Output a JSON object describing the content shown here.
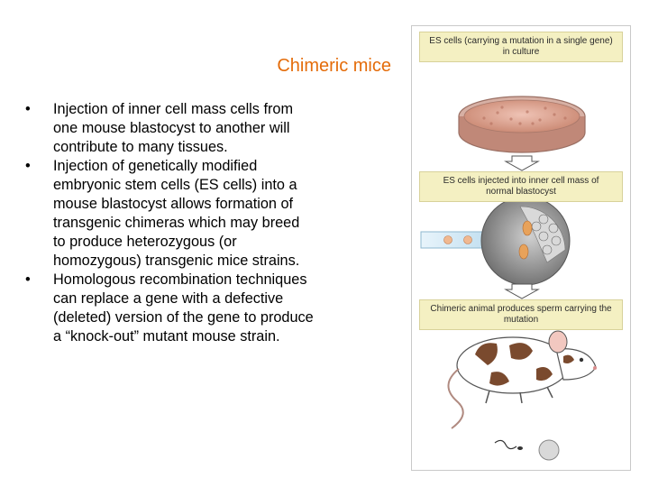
{
  "slide": {
    "title": "Chimeric mice",
    "bullets": [
      {
        "marker": "•",
        "text": "Injection of inner cell mass cells from one mouse blastocyst to another will contribute to many tissues."
      },
      {
        "marker": "•",
        "text": "Injection of genetically modified embryonic stem cells (ES cells) into a mouse blastocyst allows formation of transgenic chimeras which may breed to produce heterozygous (or homozygous) transgenic mice strains."
      },
      {
        "marker": "•",
        "text": "Homologous recombination techniques can replace a gene with a defective (deleted) version of the gene to produce a “knock-out” mutant mouse strain."
      }
    ]
  },
  "figure": {
    "caption_1": "ES cells (carrying a mutation in a single gene) in culture",
    "caption_2": "ES cells injected into inner cell mass of normal blastocyst",
    "caption_3": "Chimeric animal produces sperm carrying the mutation",
    "colors": {
      "caption_fill": "#f4f0c2",
      "dish": "#d89a86",
      "blastocyst": "#8a8a8a",
      "es_cell": "#e8a25a",
      "mouse_patch": "#7a4a2e"
    }
  }
}
